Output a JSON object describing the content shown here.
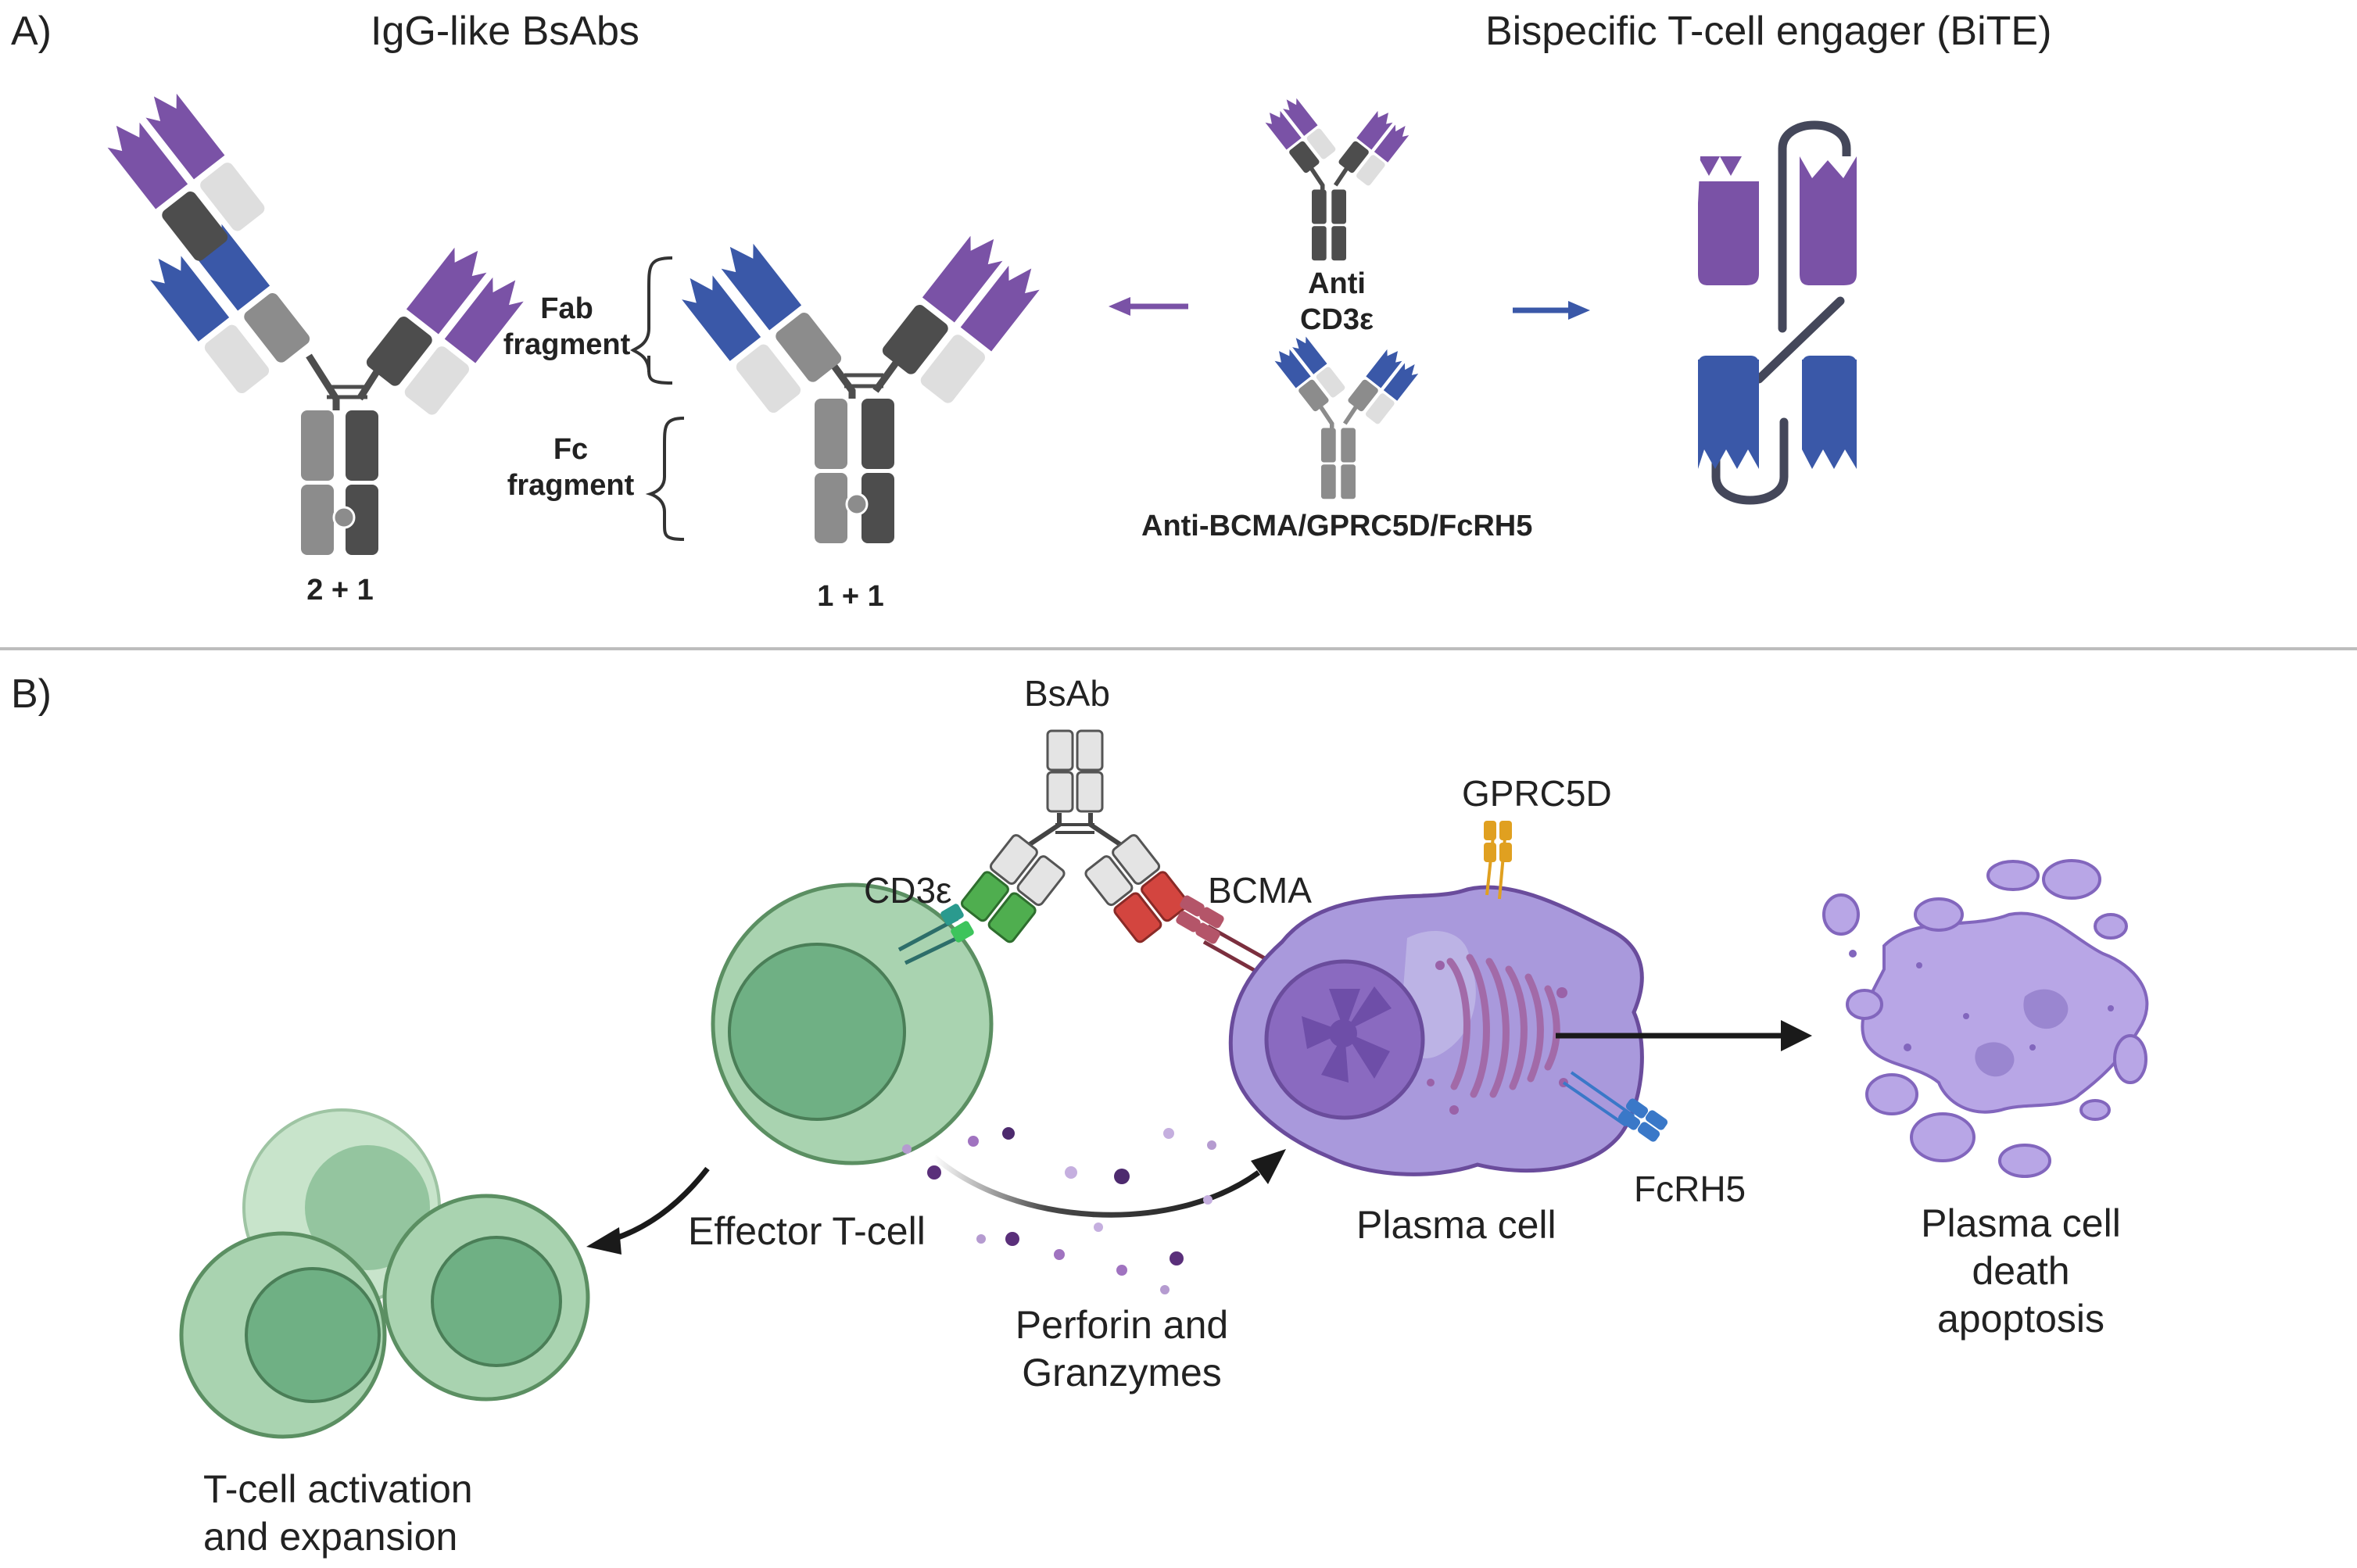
{
  "panel_a": {
    "label": "A)",
    "left_title": "IgG-like BsAbs",
    "right_title": "Bispecific T-cell engager (BiTE)",
    "fab_label": [
      "Fab",
      "fragment"
    ],
    "fc_label": [
      "Fc",
      "fragment"
    ],
    "format_2_1": "2 + 1",
    "format_1_1": "1 + 1",
    "anti_cd3_label": [
      "Anti",
      "CD3ε"
    ],
    "anti_target_label": "Anti-BCMA/GPRC5D/FcRH5"
  },
  "panel_b": {
    "label": "B)",
    "bsab_label": "BsAb",
    "cd3_label": "CD3ε",
    "bcma_label": "BCMA",
    "gprc5d_label": "GPRC5D",
    "fcrh5_label": "FcRH5",
    "effector_label": "Effector T-cell",
    "plasma_label": "Plasma cell",
    "perforin_label": [
      "Perforin and",
      "Granzymes"
    ],
    "death_label": [
      "Plasma cell",
      "death",
      "apoptosis"
    ],
    "activation_label": [
      "T-cell activation",
      "and expansion"
    ]
  },
  "colors": {
    "purple": "#7a52a6",
    "blue": "#3a58a8",
    "dark_gray": "#4d4d4d",
    "mid_gray": "#8c8c8c",
    "light_gray": "#dedede",
    "green": "#3d9a4a",
    "red": "#c8403e",
    "orange": "#e0a020",
    "cell_green": "#a9d3b0",
    "plasma_purple": "#a999dc"
  }
}
